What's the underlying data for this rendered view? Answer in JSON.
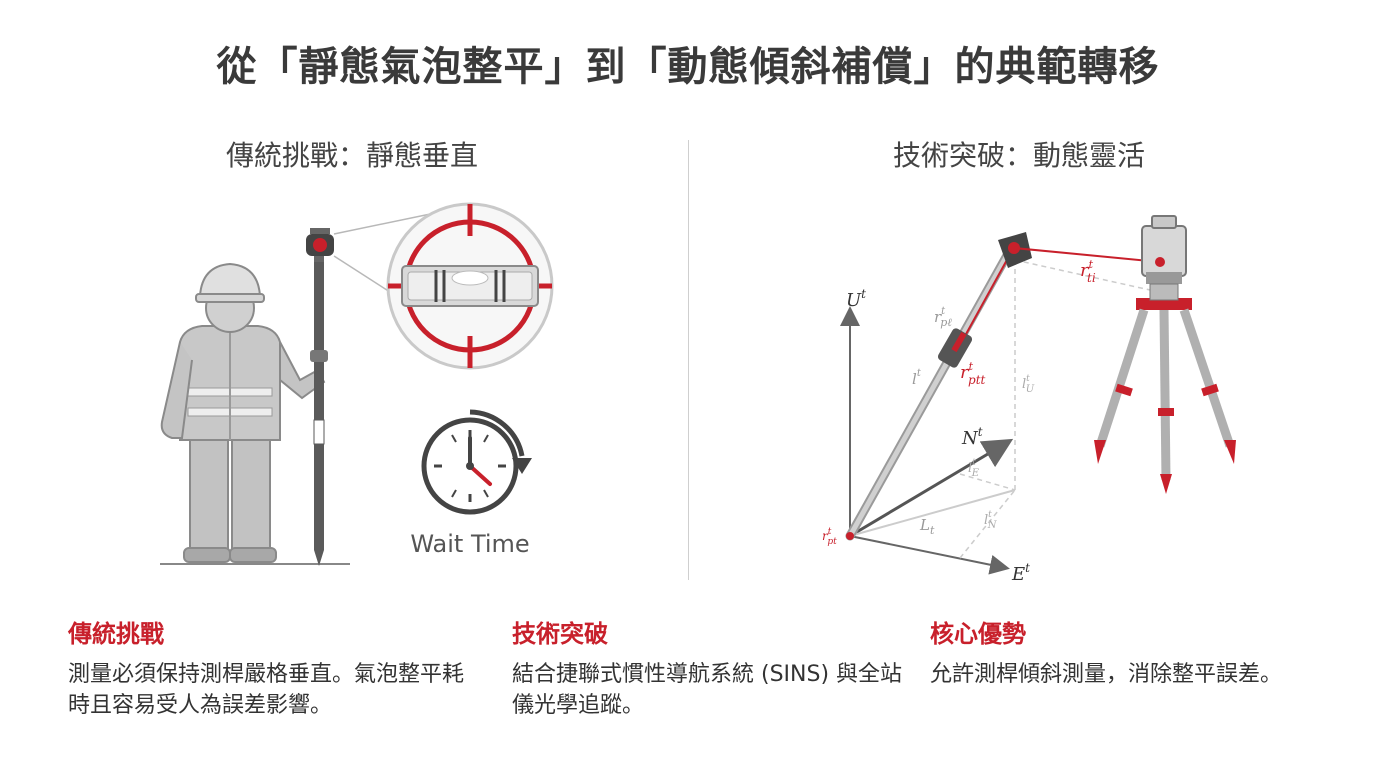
{
  "title": "從「靜態氣泡整平」到「動態傾斜補償」的典範轉移",
  "left_panel": {
    "title": "傳統挑戰：靜態垂直",
    "wait_label": "Wait Time"
  },
  "right_panel": {
    "title": "技術突破：動態靈活",
    "labels": {
      "U": "U",
      "N": "N",
      "E": "E",
      "sup": "t",
      "r_ti": "r",
      "r_ti_sub": "ti",
      "r_pl": "r",
      "r_pl_sub": "pℓ",
      "r_ptt": "r",
      "r_ptt_sub": "ptt",
      "l_t": "l",
      "l_U": "l",
      "l_U_sub": "U",
      "l_E": "l",
      "l_E_sub": "E",
      "L_t": "L",
      "L_t_sub": "t",
      "l_N": "l",
      "l_N_sub": "N",
      "r_pt": "r",
      "r_pt_sub": "pt"
    }
  },
  "columns": [
    {
      "heading": "傳統挑戰",
      "body": "測量必須保持測桿嚴格垂直。氣泡整平耗時且容易受人為誤差影響。"
    },
    {
      "heading": "技術突破",
      "body": "結合捷聯式慣性導航系統 (SINS) 與全站儀光學追蹤。"
    },
    {
      "heading": "核心優勢",
      "body": "允許測桿傾斜測量，消除整平誤差。"
    }
  ],
  "colors": {
    "accent": "#c8202b",
    "gray": "#9a9a9a",
    "dark": "#444444"
  }
}
